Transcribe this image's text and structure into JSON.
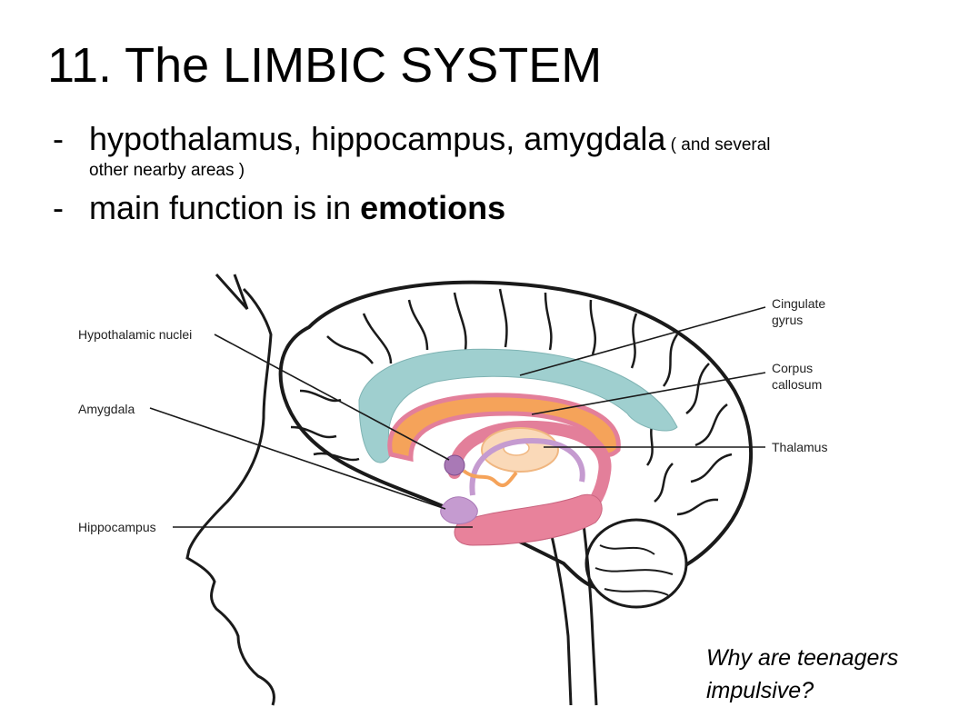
{
  "slide": {
    "title": "11. The LIMBIC SYSTEM",
    "bullets": [
      {
        "dash": "-",
        "main": "hypothalamus, hippocampus, amygdala",
        "small_a": " ( and several",
        "small_b": "other nearby areas )"
      },
      {
        "dash": "-",
        "main_before": "main function is in ",
        "main_bold": "emotions"
      }
    ],
    "question_line1": "Why are teenagers",
    "question_line2": "impulsive?"
  },
  "diagram": {
    "labels": {
      "hypothalamic_nuclei": "Hypothalamic nuclei",
      "amygdala": "Amygdala",
      "hippocampus": "Hippocampus",
      "cingulate_1": "Cingulate",
      "cingulate_2": "gyrus",
      "corpus_1": "Corpus",
      "corpus_2": "callosum",
      "thalamus": "Thalamus"
    },
    "colors": {
      "cingulate_gyrus": "#9fcfcf",
      "corpus_callosum": "#f5a35a",
      "fornix_pink": "#e37f9a",
      "hippocampus": "#e8829b",
      "amygdala": "#a979b6",
      "hypothalamus": "#c59bd0",
      "thalamus": "#fad9b8",
      "outline": "#1a1a1a"
    }
  }
}
